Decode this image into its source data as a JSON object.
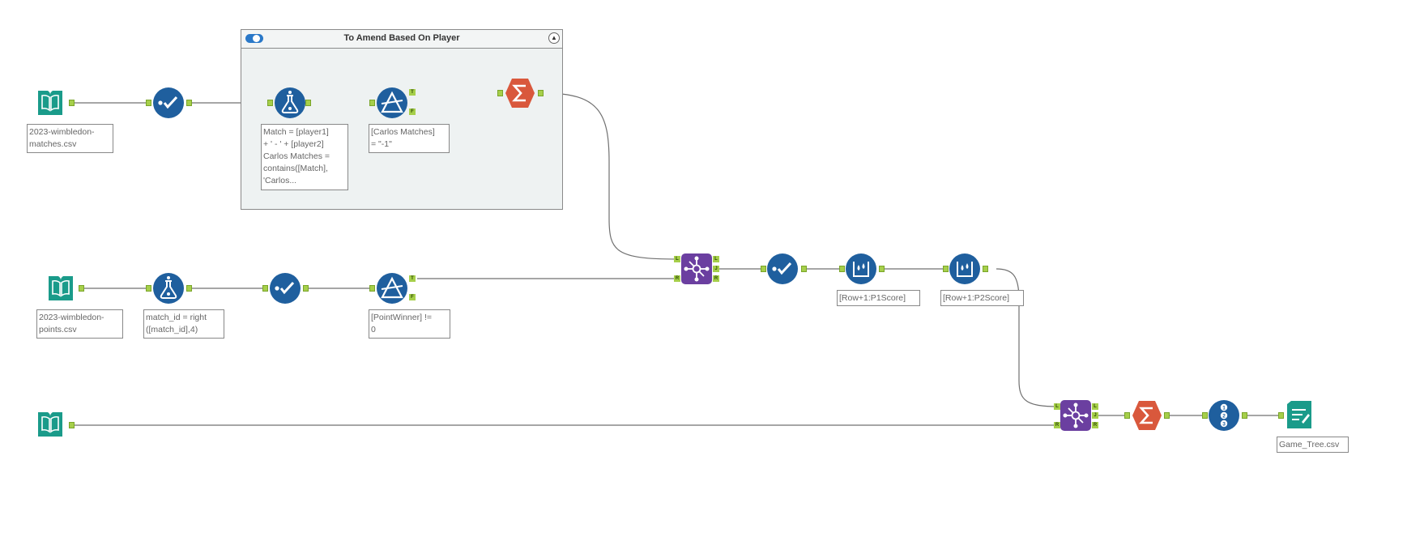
{
  "container": {
    "title": "To Amend Based On Player",
    "enabled": true
  },
  "annotations": {
    "input_matches": "2023-wimbledon-\nmatches.csv",
    "formula_1": "Match = [player1]\n+ ' - ' + [player2]\nCarlos Matches =\ncontains([Match],\n'Carlos...",
    "filter_1": "[Carlos Matches]\n= \"-1\"",
    "input_points": "2023-wimbledon-\npoints.csv",
    "formula_2": "match_id = right\n([match_id],4)",
    "filter_2": "[PointWinner] !=\n0",
    "multirow_1": "[Row+1:P1Score]",
    "multirow_2": "[Row+1:P2Score]",
    "output": "Game_Tree.csv"
  },
  "anchor_labels": {
    "true": "T",
    "false": "F",
    "left": "L",
    "join": "J",
    "right": "R"
  },
  "colors": {
    "input_green": "#1a9b8a",
    "tool_blue": "#1f5f9e",
    "join_purple": "#6b3fa0",
    "summarize_orange": "#d9583c",
    "anchor_green": "#a6cf4a",
    "wire": "#707070"
  },
  "icons": [
    "book-icon",
    "select-check-icon",
    "flask-icon",
    "filter-triangle-icon",
    "sigma-icon",
    "join-hub-icon",
    "droplet-icon",
    "numbers-icon",
    "output-notes-icon"
  ]
}
